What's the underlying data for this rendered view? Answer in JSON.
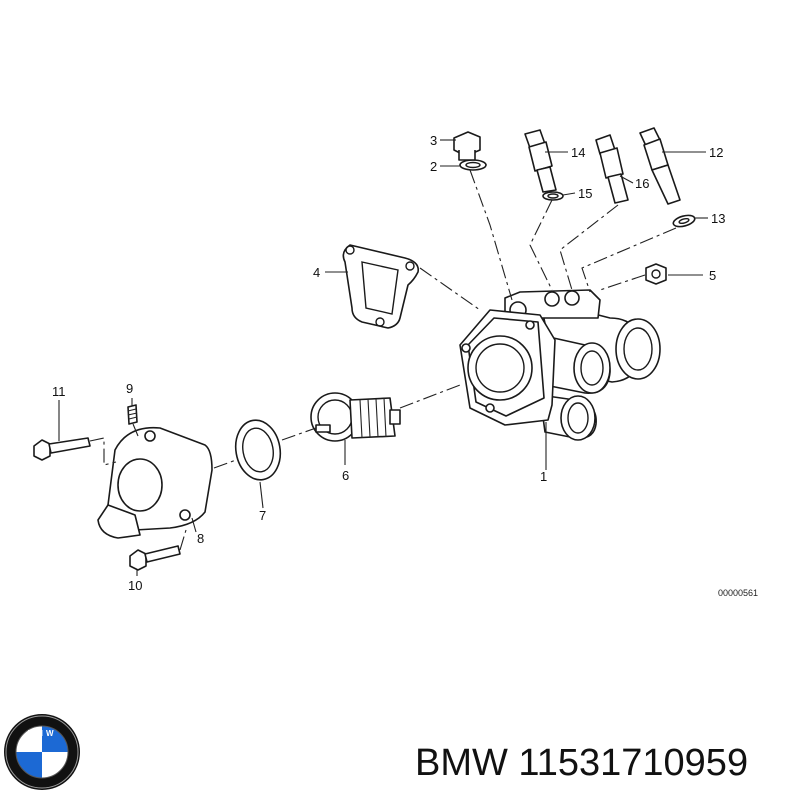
{
  "diagram": {
    "callouts": [
      {
        "id": "1",
        "label": "1"
      },
      {
        "id": "2",
        "label": "2"
      },
      {
        "id": "3",
        "label": "3"
      },
      {
        "id": "4",
        "label": "4"
      },
      {
        "id": "5",
        "label": "5"
      },
      {
        "id": "6",
        "label": "6"
      },
      {
        "id": "7",
        "label": "7"
      },
      {
        "id": "8",
        "label": "8"
      },
      {
        "id": "9",
        "label": "9"
      },
      {
        "id": "10",
        "label": "10"
      },
      {
        "id": "11",
        "label": "11"
      },
      {
        "id": "12",
        "label": "12"
      },
      {
        "id": "13",
        "label": "13"
      },
      {
        "id": "14",
        "label": "14"
      },
      {
        "id": "15",
        "label": "15"
      },
      {
        "id": "16",
        "label": "16"
      }
    ],
    "reference_number": "00000561"
  },
  "footer": {
    "brand_text": "BMW 11531710959",
    "logo_letters": "BMW"
  },
  "colors": {
    "logo_blue": "#1c69d4",
    "logo_ring": "#111111",
    "line": "#1a1a1a"
  }
}
